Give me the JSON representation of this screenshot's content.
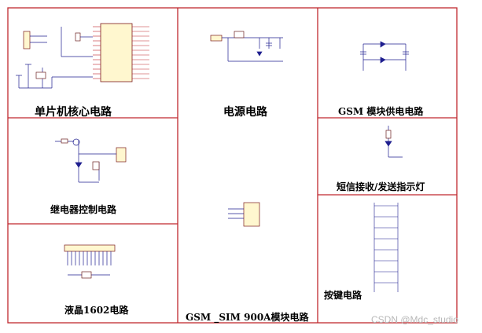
{
  "colors": {
    "frame": "#c0282e",
    "wire": "#1f1f8f",
    "part": "#6b1f1f",
    "chip": "#fff7cf",
    "ic_edge": "#7a1a1a",
    "pin": "#c0282e"
  },
  "panels": {
    "mcu": {
      "caption": "单片机核心电路"
    },
    "power": {
      "caption": "电源电路"
    },
    "gsm_power": {
      "caption": "GSM 模块供电电路"
    },
    "relay": {
      "caption": "继电器控制电路"
    },
    "led": {
      "caption": "短信接收/发送指示灯"
    },
    "lcd": {
      "caption": "液晶1602电路"
    },
    "sim900": {
      "caption": "GSM _SIM 900A模块电路"
    },
    "keys": {
      "caption": "按键电路"
    }
  },
  "watermark": "CSDN @Mdc_studio"
}
